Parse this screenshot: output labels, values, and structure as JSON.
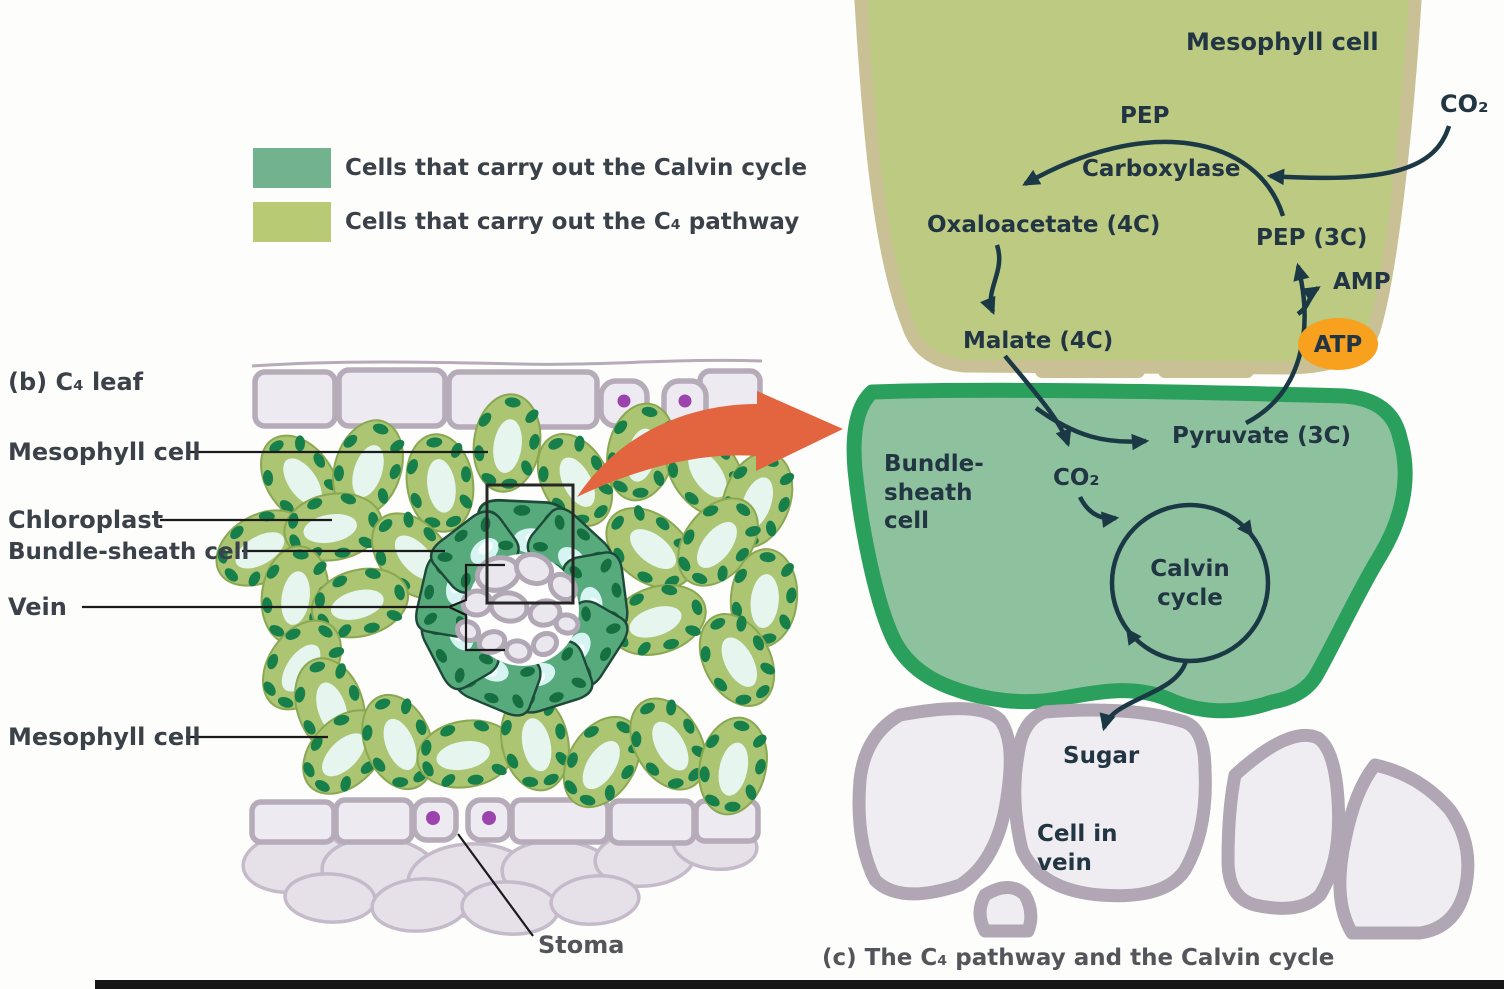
{
  "figure": {
    "legend": {
      "calvin": {
        "label": "Cells that carry out the Calvin cycle",
        "color": "#72b28e"
      },
      "c4": {
        "label": "Cells that carry out the C₄ pathway",
        "color": "#b8cb74"
      }
    },
    "left_panel": {
      "title": "(b) C₄ leaf",
      "labels": {
        "mesophyll_top": "Mesophyll cell",
        "chloroplast": "Chloroplast",
        "bundle_sheath": "Bundle-sheath cell",
        "vein": "Vein",
        "mesophyll_bottom": "Mesophyll cell",
        "stoma": "Stoma"
      }
    },
    "right_panel": {
      "mesophyll_cell_title": "Mesophyll cell",
      "bundle_sheath_cell_title": "Bundle-\nsheath\ncell",
      "vein_cell_title": "Cell in\nvein",
      "molecules": {
        "co2_entry": "CO₂",
        "pep": "PEP",
        "carboxylase": "Carboxylase",
        "oxaloacetate": "Oxaloacetate (4C)",
        "pep_3c": "PEP (3C)",
        "amp": "AMP",
        "atp": "ATP",
        "malate": "Malate (4C)",
        "pyruvate": "Pyruvate (3C)",
        "co2_released": "CO₂",
        "calvin_cycle": "Calvin\ncycle",
        "sugar": "Sugar"
      },
      "caption": "(c) The C₄ pathway and the Calvin cycle"
    },
    "colors": {
      "calvin_cells": "#72b28e",
      "c4_cells": "#b8cb74",
      "atp_badge": "#f7a11f",
      "pathway_arrow": "#1b3945",
      "zoom_arrow": "#e2653f",
      "vein_wall": "#b1a6b3",
      "text": "#3a4149"
    }
  }
}
